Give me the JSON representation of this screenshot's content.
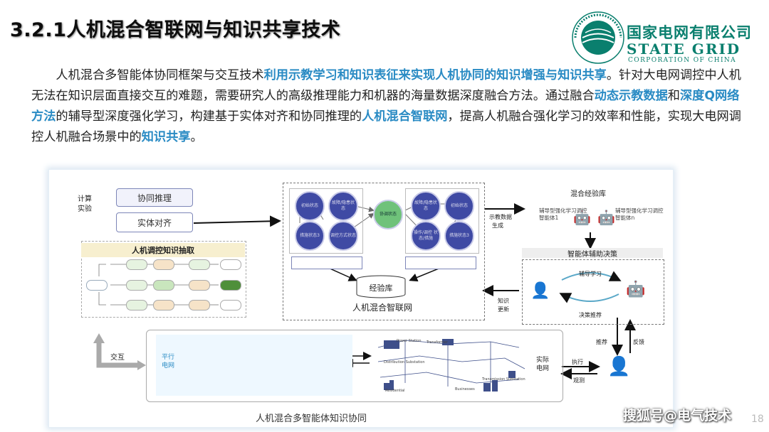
{
  "header": {
    "title": "3.2.1人机混合智联网与知识共享技术",
    "logo": {
      "name_cn": "国家电网有限公司",
      "name_en": "STATE GRID",
      "name_sub": "CORPORATION OF CHINA"
    }
  },
  "paragraph": {
    "s1": "人机混合多智能体协同框架与交互技术",
    "s2": "利用示教学习和知识表征来实现人机协同的知识增强与知识共享",
    "s3": "。针对大电网调控中人机无法在知识层面直接交互的难题，需要研究人的高级推理能力和机器的海量数据深度融合方法。通过融合",
    "s4": "动态示教数据",
    "s5": "和",
    "s6": "深度Q网络方法",
    "s7": "的辅导型深度强化学习，构建基于实体对齐和协同推理的",
    "s8": "人机混合智联网",
    "s9": "，提高人机融合强化学习的效率和性能，实现大电网调控人机融合场景中的",
    "s10": "知识共享",
    "s11": "。"
  },
  "figure": {
    "caption": "人机混合多智能体知识协同",
    "calc_label_1": "计算",
    "calc_label_2": "实验",
    "coop_reasoning": "协同推理",
    "entity_align": "实体对齐",
    "knowledge_extract": "人机调控知识抽取",
    "experience_db": "经验库",
    "hybrid_net": "人机混合智联网",
    "mixed_exp_db": "混合经验库",
    "demo_data_1": "示教数据",
    "demo_data_2": "生成",
    "agent_aid": "智能体辅助决策",
    "tutor_learning": "辅导学习",
    "decision_rec": "决策推荐",
    "knowledge_update_1": "知识",
    "knowledge_update_2": "更新",
    "interaction": "交互",
    "parallel_grid_1": "平行",
    "parallel_grid_2": "电网",
    "actual_grid_1": "实际",
    "actual_grid_2": "电网",
    "recommend": "推荐",
    "feedback": "反馈",
    "execute": "执行",
    "observe": "观测",
    "agent_1": "辅导型强化学习调控智能体1",
    "agent_n": "辅导型强化学习调控智能体n",
    "nodes_left": [
      "初始状态",
      "故障/隐患状态",
      "措施状态3",
      "调控方式状态"
    ],
    "node_center": "协调状态",
    "nodes_right": [
      "故障/隐患状态",
      "初始状态",
      "操作/调控 状态/措施",
      "措施状态3"
    ],
    "scene_labels": {
      "power_station": "Power Station",
      "transformer": "Transformer",
      "distribution": "Distribution Substation",
      "residential": "Residential",
      "businesses": "Businesses",
      "transmission": "Transmission Substation"
    }
  },
  "watermark": "搜狐号@电气技术",
  "page_number": "18"
}
